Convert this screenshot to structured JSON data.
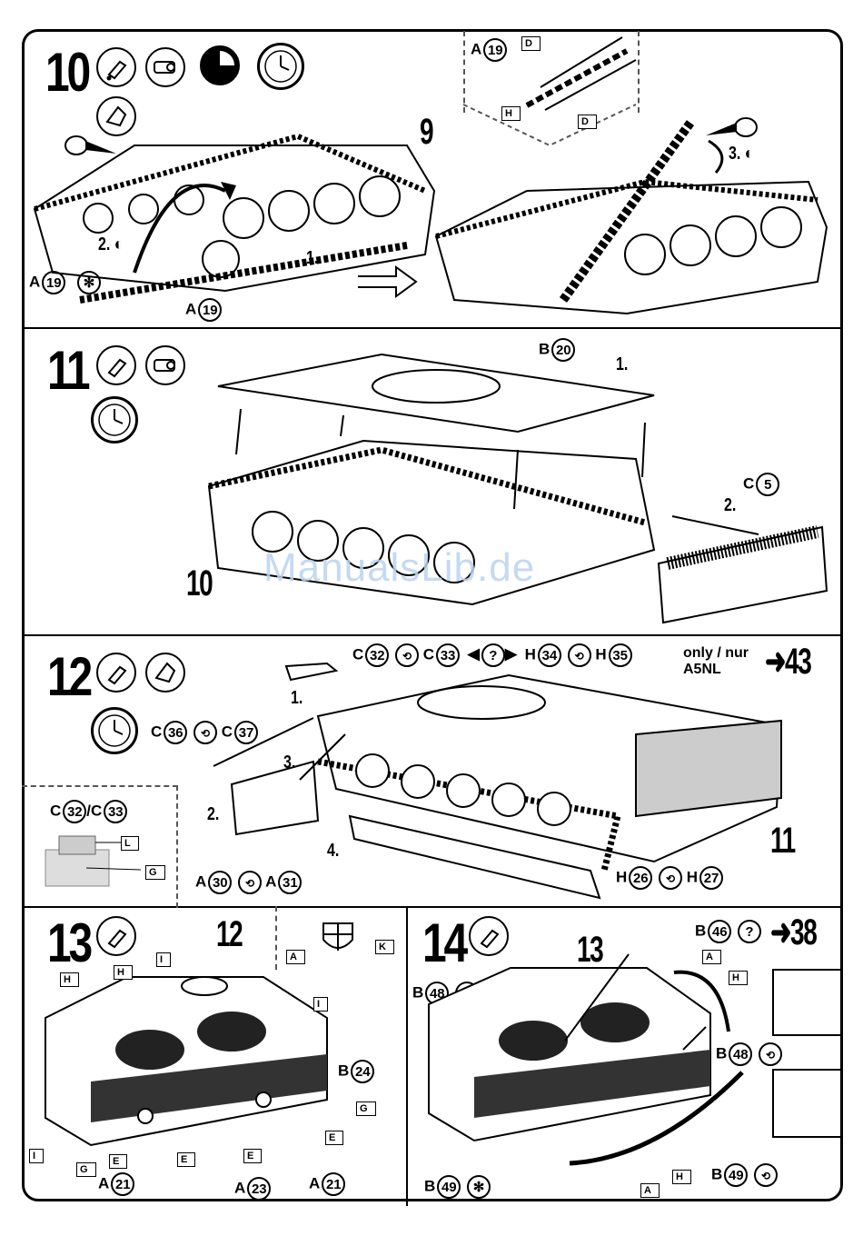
{
  "steps": {
    "s10": {
      "number": "10",
      "parts": {
        "a19_left": {
          "letter": "A",
          "num": "19"
        },
        "a19_bottom": {
          "letter": "A",
          "num": "19"
        },
        "a19_inset": {
          "letter": "A",
          "num": "19"
        }
      },
      "ref": "9",
      "sub1": "1.",
      "sub2": "2.",
      "sub3": "3.",
      "flags": {
        "d1": "D",
        "d2": "D",
        "h": "H"
      }
    },
    "s11": {
      "number": "11",
      "ref": "10",
      "sub1": "1.",
      "sub2": "2.",
      "parts": {
        "b20": {
          "letter": "B",
          "num": "20"
        },
        "c5": {
          "letter": "C",
          "num": "5"
        }
      }
    },
    "s12": {
      "number": "12",
      "ref": "11",
      "sub1": "1.",
      "sub2": "2.",
      "sub3": "3.",
      "sub4": "4.",
      "parts": {
        "c32": {
          "letter": "C",
          "num": "32"
        },
        "c33": {
          "letter": "C",
          "num": "33"
        },
        "h34": {
          "letter": "H",
          "num": "34"
        },
        "h35": {
          "letter": "H",
          "num": "35"
        },
        "c36": {
          "letter": "C",
          "num": "36"
        },
        "c37": {
          "letter": "C",
          "num": "37"
        },
        "a30": {
          "letter": "A",
          "num": "30"
        },
        "a31": {
          "letter": "A",
          "num": "31"
        },
        "h26": {
          "letter": "H",
          "num": "26"
        },
        "h27": {
          "letter": "H",
          "num": "27"
        }
      },
      "only_text": "only / nur",
      "only_model": "A5NL",
      "goto": "43",
      "inset_title_a": "C",
      "inset_title_a_num": "32",
      "inset_sep": "/",
      "inset_title_b": "C",
      "inset_title_b_num": "33",
      "flag_l": "L",
      "flag_g": "G"
    },
    "s13": {
      "number": "13",
      "ref": "12",
      "parts": {
        "b24": {
          "letter": "B",
          "num": "24"
        },
        "a21a": {
          "letter": "A",
          "num": "21"
        },
        "a23": {
          "letter": "A",
          "num": "23"
        },
        "a21b": {
          "letter": "A",
          "num": "21"
        }
      },
      "flags": {
        "h1": "H",
        "h2": "H",
        "i1": "I",
        "i2": "I",
        "i3": "I",
        "g1": "G",
        "g2": "G",
        "e1": "E",
        "e2": "E",
        "e3": "E",
        "e4": "E",
        "a": "A",
        "k": "K"
      }
    },
    "s14": {
      "number": "14",
      "ref": "13",
      "parts": {
        "b46": {
          "letter": "B",
          "num": "46"
        },
        "b48a": {
          "letter": "B",
          "num": "48"
        },
        "b48b": {
          "letter": "B",
          "num": "48"
        },
        "b49a": {
          "letter": "B",
          "num": "49"
        },
        "b49b": {
          "letter": "B",
          "num": "49"
        }
      },
      "goto": "38",
      "flags": {
        "a1": "A",
        "h1": "H",
        "h2": "H",
        "a2": "A"
      }
    }
  },
  "watermark": "ManualsLib.de",
  "icons": [
    "glue-icon",
    "paint-icon",
    "drybrush-icon",
    "clock-icon",
    "swap-icon",
    "question-icon",
    "snowflake-icon",
    "screw-icon",
    "hand-icon"
  ]
}
